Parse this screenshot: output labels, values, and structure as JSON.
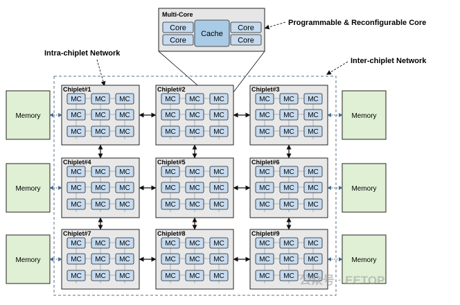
{
  "labels": {
    "multi_core_title": "Multi-Core",
    "core": "Core",
    "cache": "Cache",
    "programmable": "Programmable & Reconfigurable Core",
    "intra": "Intra-chiplet Network",
    "inter": "Inter-chiplet Network",
    "memory": "Memory",
    "mc": "MC"
  },
  "chiplets": [
    "Chiplet#1",
    "Chiplet#2",
    "Chiplet#3",
    "Chiplet#4",
    "Chiplet#5",
    "Chiplet#6",
    "Chiplet#7",
    "Chiplet#8",
    "Chiplet#9"
  ],
  "watermark": "公众号 · EETOP",
  "colors": {
    "memory_fill": "#dff0d4",
    "chiplet_fill": "#e8e8e8",
    "mc_fill": "#c6dbef",
    "cache_fill": "#a9cbe6",
    "border": "#222222"
  }
}
